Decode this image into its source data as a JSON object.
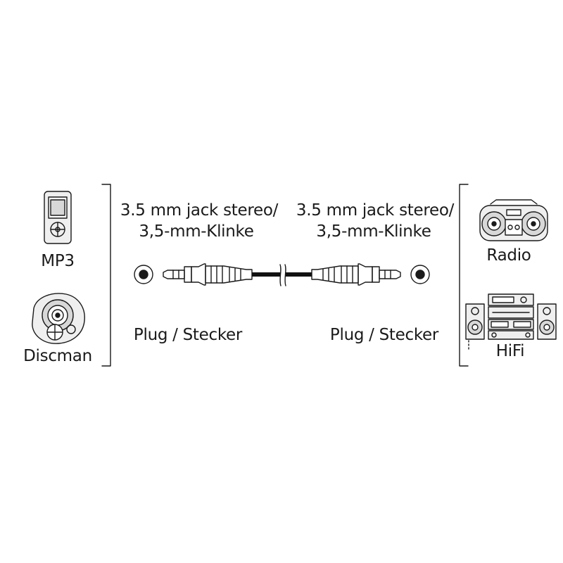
{
  "left_devices": {
    "mp3_label": "MP3",
    "discman_label": "Discman"
  },
  "right_devices": {
    "radio_label": "Radio",
    "hifi_label": "HiFi"
  },
  "left_connector": {
    "type_line1": "3.5 mm jack stereo/",
    "type_line2": "3,5-mm-Klinke",
    "plug_label": "Plug / Stecker"
  },
  "right_connector": {
    "type_line1": "3.5 mm jack stereo/",
    "type_line2": "3,5-mm-Klinke",
    "plug_label": "Plug / Stecker"
  },
  "colors": {
    "line": "#1a1a1a",
    "cable": "#111111",
    "device_fill": "#d8d8d8"
  }
}
